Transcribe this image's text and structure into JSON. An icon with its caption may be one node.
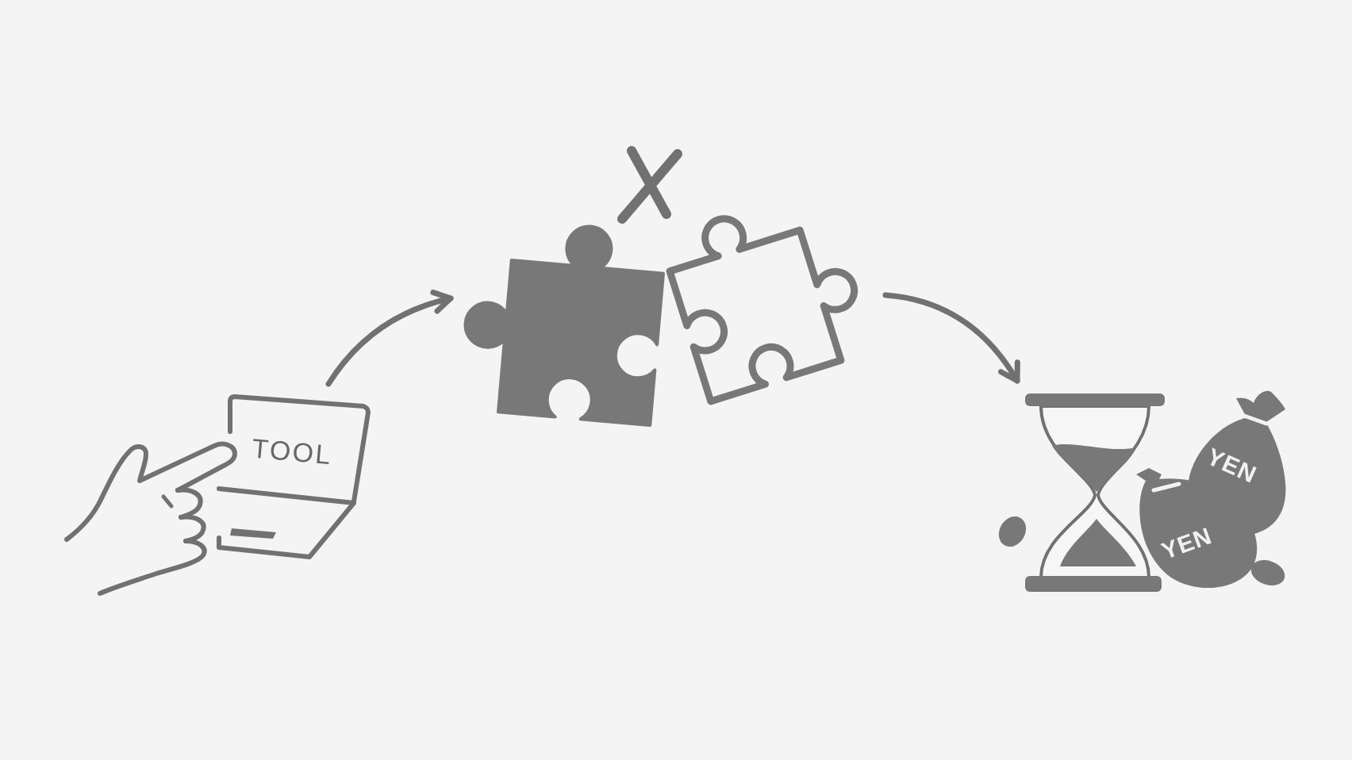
{
  "diagram": {
    "nodes": [
      {
        "text": [
          "TOOL"
        ]
      },
      {
        "text": [],
        "shape": "picture"
      },
      {
        "text": [
          "YEN",
          "YEN"
        ]
      }
    ],
    "edges": [
      {
        "from": 0,
        "to": 1,
        "arrow": "to"
      },
      {
        "from": 1,
        "to": 2,
        "arrow": "to"
      }
    ]
  }
}
